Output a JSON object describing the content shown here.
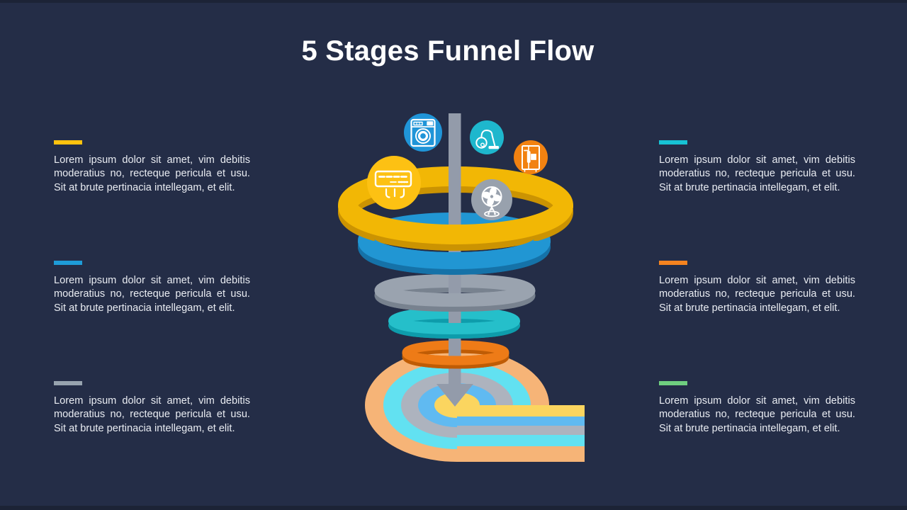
{
  "title": "5 Stages Funnel Flow",
  "body_text": "Lorem ipsum dolor sit amet, vim debitis moderatius no, recteque pericula et usu. Sit at brute pertinacia intellegam, et elit.",
  "left_items": [
    {
      "text": "Lorem ipsum dolor sit amet, vim debitis moderatius no, recteque pericula et usu. Sit at brute pertinacia intellegam, et elit."
    },
    {
      "text": "Lorem ipsum dolor sit amet, vim debitis moderatius no, recteque pericula et usu. Sit at brute pertinacia intellegam, et elit."
    },
    {
      "text": "Lorem ipsum dolor sit amet, vim debitis moderatius no, recteque pericula et usu. Sit at brute pertinacia intellegam, et elit."
    }
  ],
  "right_items": [
    {
      "text": "Lorem ipsum dolor sit amet, vim debitis moderatius no, recteque pericula et usu. Sit at brute pertinacia intellegam, et elit."
    },
    {
      "text": "Lorem ipsum dolor sit amet, vim debitis moderatius no, recteque pericula et usu. Sit at brute pertinacia intellegam, et elit."
    },
    {
      "text": "Lorem ipsum dolor sit amet, vim debitis moderatius no, recteque pericula et usu. Sit at brute pertinacia intellegam, et elit."
    }
  ],
  "funnel": {
    "stages": [
      {
        "name": "stage-1",
        "ring_color": "#F2B705",
        "icon": "air-conditioner",
        "icon_bg": "#FDC113"
      },
      {
        "name": "stage-2",
        "ring_color": "#2196D3",
        "icon": "washing-machine",
        "icon_bg": "#2095D8"
      },
      {
        "name": "stage-3",
        "ring_color": "#9AA3AF",
        "icon": "fan",
        "icon_bg": "#98A1AD"
      },
      {
        "name": "stage-4",
        "ring_color": "#25BFCA",
        "icon": "vacuum-cleaner",
        "icon_bg": "#1EB7CD"
      },
      {
        "name": "stage-5",
        "ring_color": "#EE7B17",
        "icon": "refrigerator",
        "icon_bg": "#F28211"
      }
    ],
    "flow_band_colors": [
      "#F6B477",
      "#62E1F1",
      "#ADB3BE",
      "#60BAF1",
      "#FBD55F"
    ]
  },
  "colors": {
    "bg": "#242D47",
    "edge": "#1C2336",
    "title": "#FFFFFF",
    "text": "#E9ECF2",
    "bar-1": "#FFC20E",
    "bar-2": "#1E9CD8",
    "bar-3": "#97A3AF",
    "bar-4": "#17C2D4",
    "bar-5": "#F5831F",
    "bar-6": "#6FCF7F",
    "ring-yellow": "#F2B705",
    "ring-yellow-dark": "#CB9302",
    "ring-blue": "#2196D3",
    "ring-blue-dark": "#1572A8",
    "ring-gray": "#9AA3AF",
    "ring-gray-dark": "#78828F",
    "ring-teal": "#25BFCA",
    "ring-teal-dark": "#0E9CAB",
    "ring-orange": "#EE7B17",
    "ring-orange-dark": "#BF5C05",
    "pole": "#939BAA",
    "flow-peach": "#F6B477",
    "flow-cyan": "#62E1F1",
    "flow-gray": "#ADB3BE",
    "flow-sky": "#60BAF1",
    "flow-yellow": "#FBD55F",
    "icon-wash-bg": "#2095D8",
    "icon-vacuum-bg": "#1EB7CD",
    "icon-fridge-bg": "#F28211",
    "icon-ac-bg": "#FDC113",
    "icon-fan-bg": "#98A1AD"
  }
}
